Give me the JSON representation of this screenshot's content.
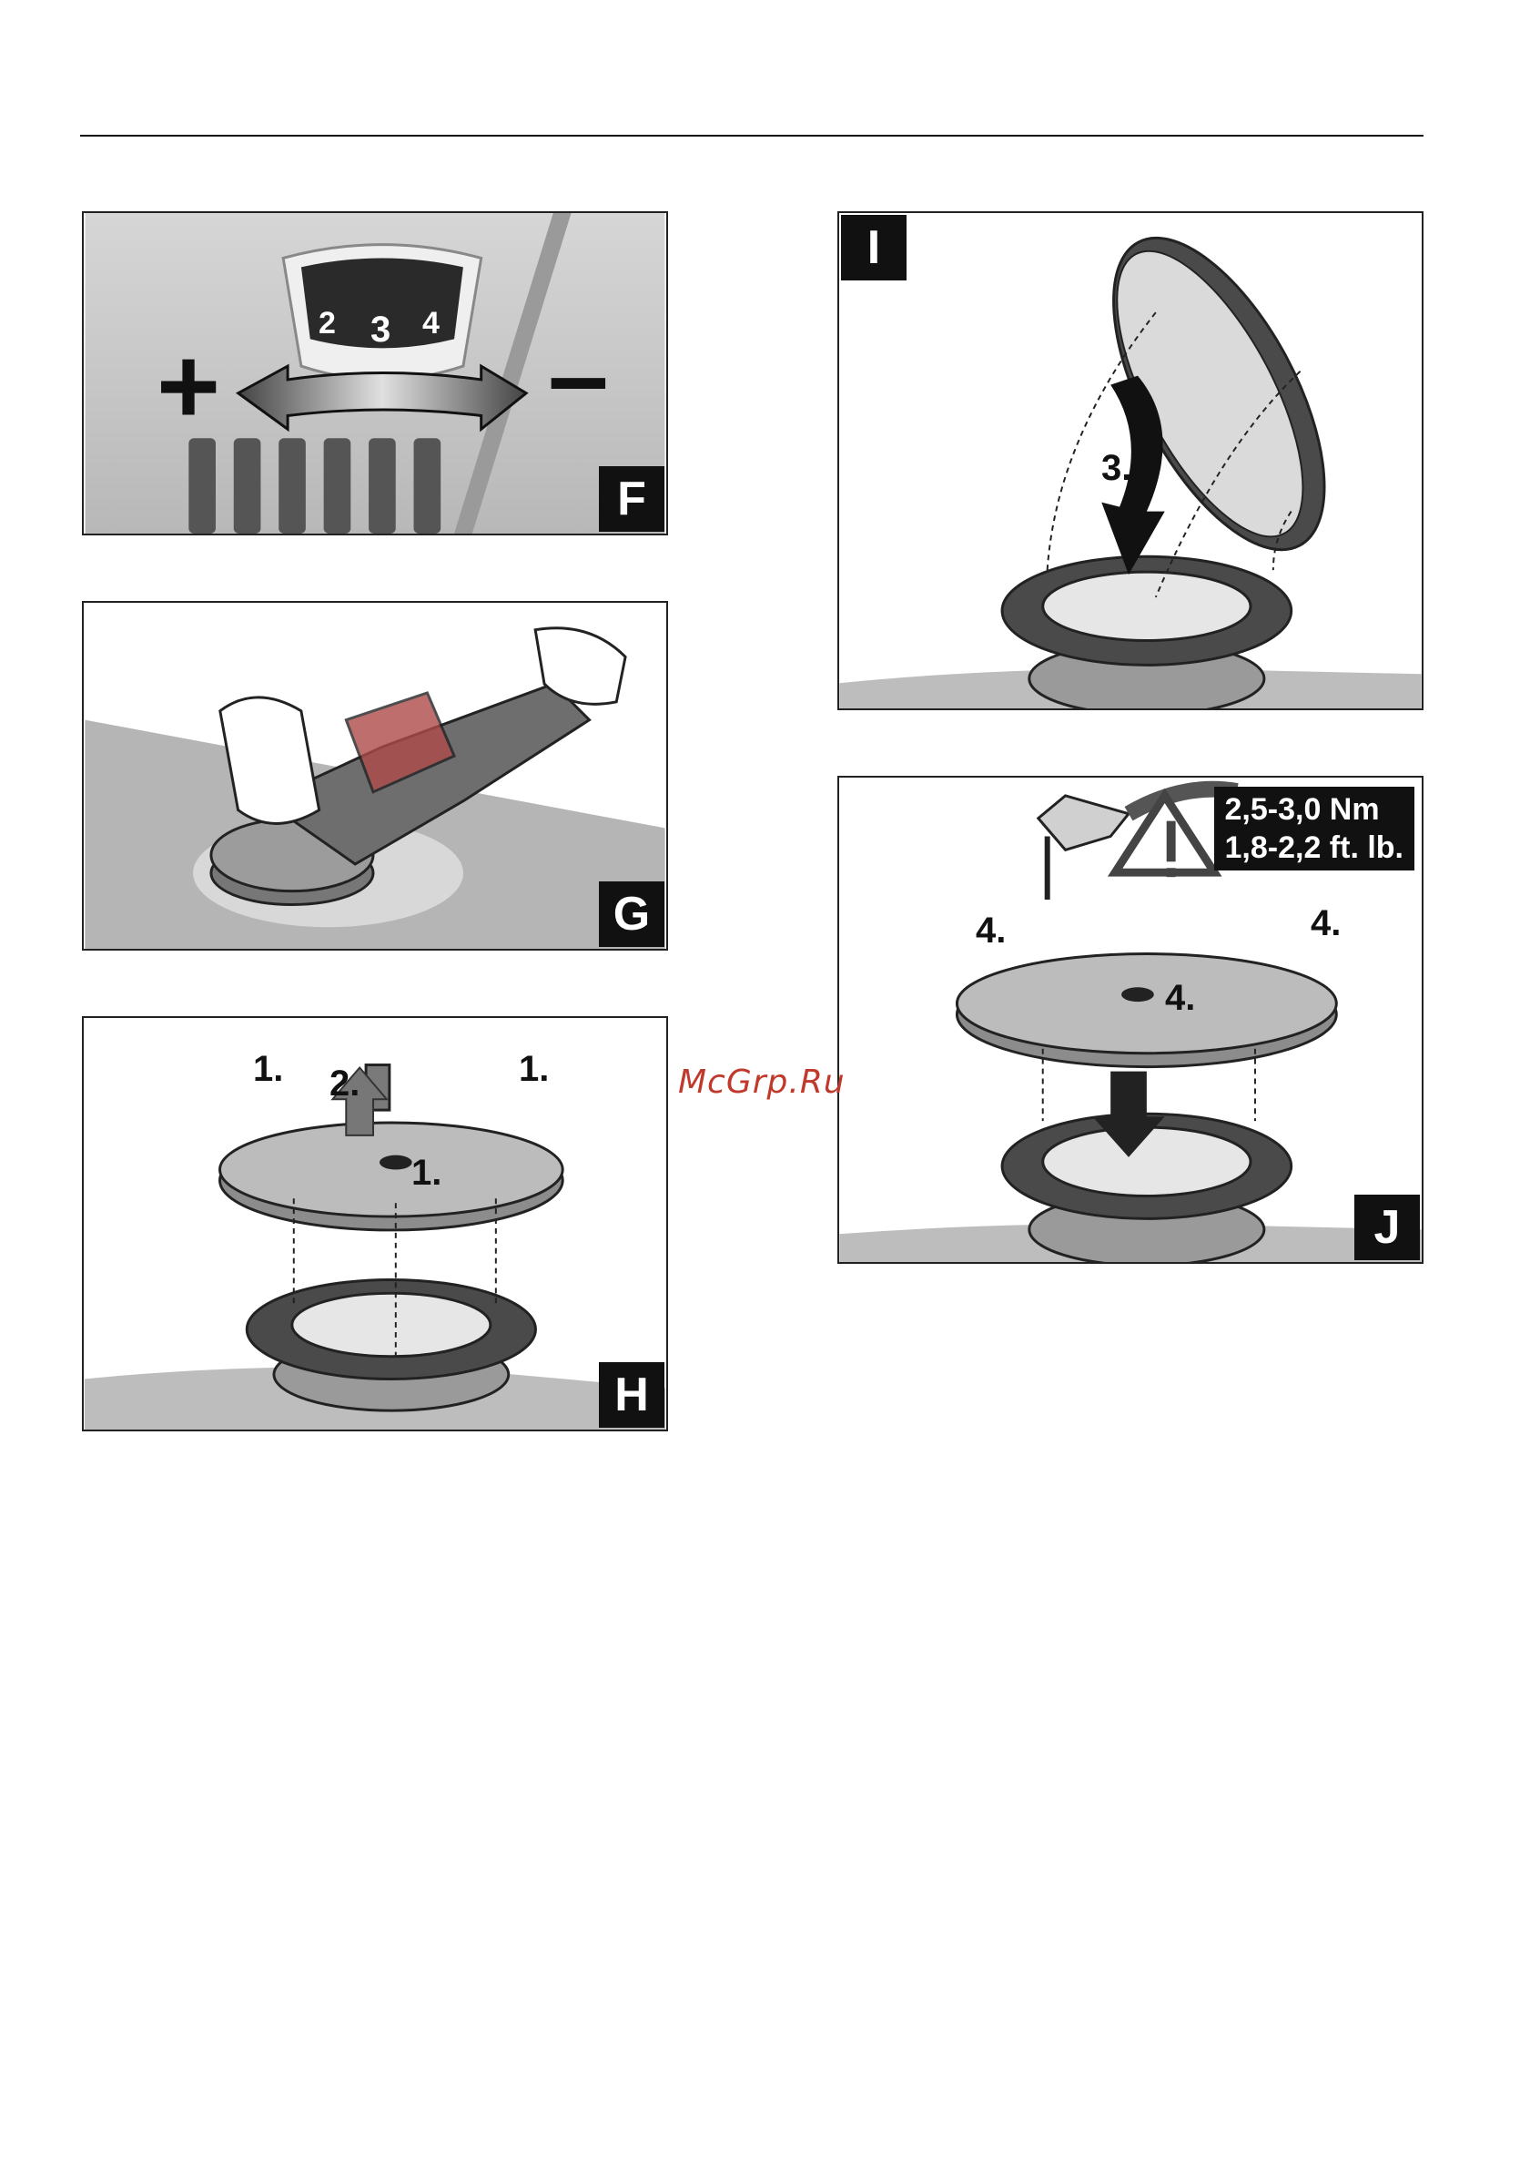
{
  "watermark": "McGrp.Ru",
  "panels": {
    "f": {
      "label": "F",
      "dial": [
        "2",
        "3",
        "4"
      ],
      "plus": "+",
      "minus": "–"
    },
    "g": {
      "label": "G"
    },
    "h": {
      "label": "H",
      "steps": [
        "1.",
        "2.",
        "1.",
        "1."
      ]
    },
    "i": {
      "label": "I",
      "steps": [
        "3."
      ]
    },
    "j": {
      "label": "J",
      "steps": [
        "4.",
        "4.",
        "4."
      ],
      "torque": [
        "2,5-3,0 Nm",
        "1,8-2,2 ft. lb."
      ]
    }
  }
}
